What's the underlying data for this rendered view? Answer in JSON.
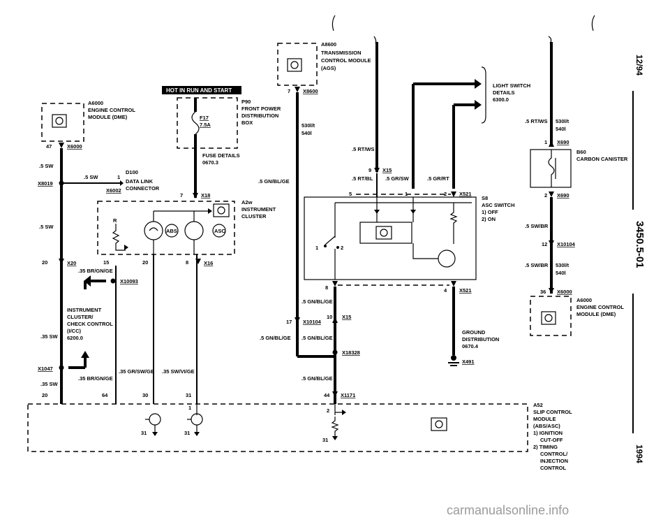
{
  "side": {
    "date": "12/94",
    "page_code": "3450.5-01",
    "year": "1994"
  },
  "watermark": "carmanualsonline.info",
  "hot_banner": "HOT IN RUN AND START",
  "components": {
    "a8600": {
      "id": "A8600",
      "line1": "TRANSMISSION",
      "line2": "CONTROL MODULE",
      "line3": "(AGS)"
    },
    "a6000_top": {
      "id": "A6000",
      "line1": "ENGINE CONTROL",
      "line2": "MODULE (DME)"
    },
    "p90": {
      "id": "P90",
      "line1": "FRONT POWER",
      "line2": "DISTRIBUTION",
      "line3": "BOX"
    },
    "fuse": {
      "name": "F17",
      "rating": "7.5A"
    },
    "fuse_details": {
      "line1": "FUSE DETAILS",
      "line2": "0670.3"
    },
    "d100": {
      "id": "D100",
      "line1": "DATA LINK",
      "line2": "CONNECTOR"
    },
    "a2w": {
      "id": "A2w",
      "line1": "INSTRUMENT",
      "line2": "CLUSTER",
      "abs": "ABS",
      "asc": "ASC",
      "r": "R"
    },
    "light_switch": {
      "line1": "LIGHT SWITCH",
      "line2": "DETAILS",
      "line3": "6300.0"
    },
    "s8": {
      "id": "S8",
      "line1": "ASC SWITCH",
      "line2": "1)  OFF",
      "line3": "2)  ON",
      "pos1": "1",
      "pos2": "2"
    },
    "b60": {
      "id": "B60",
      "line1": "CARBON CANISTER"
    },
    "a6000_right": {
      "id": "A6000",
      "line1": "ENGINE CONTROL",
      "line2": "MODULE (DME)"
    },
    "instrument_cc": {
      "line1": "INSTRUMENT",
      "line2": "CLUSTER/",
      "line3": "CHECK CONTROL",
      "line4": "(I/CC)",
      "line5": "6200.0"
    },
    "ground": {
      "line1": "GROUND",
      "line2": "DISTRIBUTION",
      "line3": "0670.4"
    },
    "a52": {
      "id": "A52",
      "line1": "SLIP CONTROL",
      "line2": "MODULE",
      "line3": "(ABS/ASC)",
      "line4": "1)  IGNITION",
      "line5": "CUT-OFF",
      "line6": "2)  TIMING",
      "line7": "CONTROL/",
      "line8": "INJECTION",
      "line9": "CONTROL"
    }
  },
  "connectors": {
    "x8600": "X8600",
    "x6000_top": "X6000",
    "x8019": "X8019",
    "x6002": "X6002",
    "x18": "X18",
    "x16": "X16",
    "x20": "X20",
    "x10093": "X10093",
    "x1047": "X1047",
    "x15_top": "X15",
    "x521_top": "X521",
    "x521_bot": "X521",
    "x10104_mid": "X10104",
    "x15_mid": "X15",
    "x18328": "X18328",
    "x491": "X491",
    "x1171": "X1171",
    "x690_top": "X690",
    "x690_bot": "X690",
    "x10104_right": "X10104",
    "x6000_right": "X6000"
  },
  "pins": {
    "p47": "47",
    "p1_d100": "1",
    "p7_x8600": "7",
    "p7_x18": "7",
    "p20_x20": "20",
    "p15_x20": "15",
    "p20_x16": "20",
    "p8_x16": "8",
    "p9_x15": "9",
    "p5_x521": "5",
    "p1_x521": "1",
    "p2_x521": "2",
    "p8_x521": "8",
    "p4_x521": "4",
    "p17_x10104": "17",
    "p10_x15": "10",
    "p20_bot": "20",
    "p64": "64",
    "p30": "30",
    "p31": "31",
    "p44": "44",
    "p1_a52": "1",
    "p2_a52": "2",
    "p31_g1": "31",
    "p31_g2": "31",
    "p31_g3": "31",
    "p1_x690": "1",
    "p2_x690": "2",
    "p12_x10104": "12",
    "p36_x6000": "36"
  },
  "wires": {
    "w_05sw_a": ".5 SW",
    "w_05sw_b": ".5 SW",
    "w_05sw_c": ".5 SW",
    "w_530": "530l/t",
    "w_540": "540l",
    "w_gnblge_top": ".5 GN/BL/GE",
    "w_rtws": ".5 RT/WS",
    "w_rtbl": ".5 RT/BL",
    "w_grsw": ".5 GR/SW",
    "w_grrt": ".5 GR/RT",
    "w_brgnge_top": ".35 BR/GN/GE",
    "w_035sw_a": ".35 SW",
    "w_gnblge_mid": ".5 GN/BL/GE",
    "w_gnblge_mid2": ".5 GN/BL/GE",
    "w_gnblge_left": ".5 GN/BL/GE",
    "w_gnblge_bot": ".5 GN/BL/GE",
    "w_brgnge_bot": ".35 BR/GN/GE",
    "w_035sw_b": ".35 SW",
    "w_grswge": ".35 GR/SW/GE",
    "w_swvige": ".35 SW/VI/GE",
    "w_rtws_r": ".5 RT/WS",
    "w_530_r": "530l/t",
    "w_540_r": "540l",
    "w_swbr_a": ".5 SW/BR",
    "w_swbr_b": ".5 SW/BR",
    "w_530_r2": "530l/t",
    "w_540_r2": "540l"
  }
}
